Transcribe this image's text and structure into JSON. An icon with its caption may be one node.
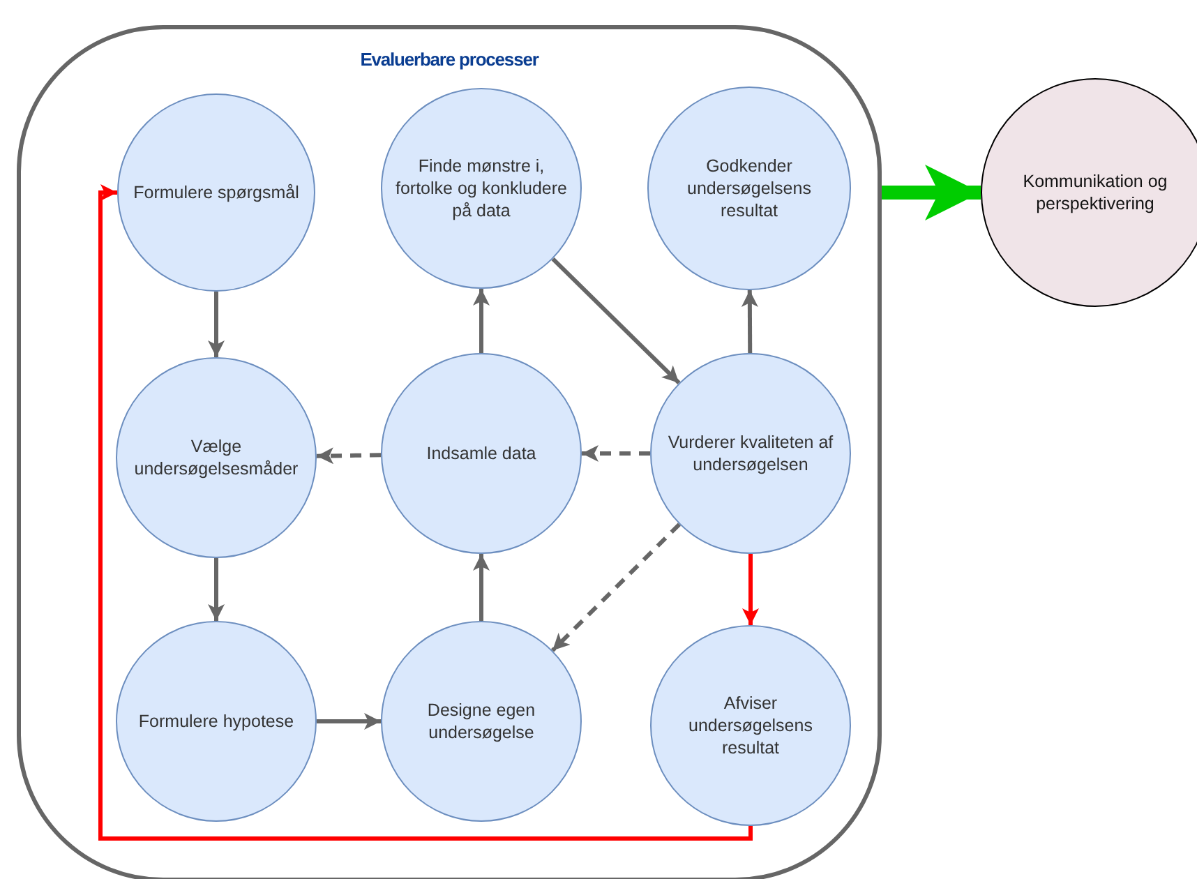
{
  "diagram": {
    "nodes": [
      {
        "text": [
          "Evaluerbare processer"
        ]
      },
      {
        "text": [
          "Formulere spørgsmål"
        ],
        "in": 0
      },
      {
        "text": [
          "Finde mønstre i, fortolke og konkludere på data"
        ],
        "in": 0
      },
      {
        "text": [
          "Godkender undersøgelsens resultat"
        ],
        "in": 0
      },
      {
        "text": [
          "Kommunikation og perspektivering"
        ]
      },
      {
        "text": [
          "Vælge undersøgelsesmåder"
        ],
        "in": 0
      },
      {
        "text": [
          "Indsamle data"
        ],
        "in": 0
      },
      {
        "text": [
          "Vurderer kvaliteten af undersøgelsen"
        ],
        "in": 0
      },
      {
        "text": [
          "Formulere hypotese"
        ],
        "in": 0
      },
      {
        "text": [
          "Designe egen undersøgelse"
        ],
        "in": 0
      },
      {
        "text": [
          "Afviser undersøgelsens resultat"
        ],
        "in": 0
      }
    ],
    "edges": [
      {
        "from": 1,
        "to": 5,
        "arrow": "to"
      },
      {
        "from": 5,
        "to": 8,
        "arrow": "to"
      },
      {
        "from": 8,
        "to": 9,
        "arrow": "to"
      },
      {
        "from": 9,
        "to": 6,
        "arrow": "to"
      },
      {
        "from": 6,
        "to": 2,
        "arrow": "to"
      },
      {
        "from": 2,
        "to": 7,
        "arrow": "to"
      },
      {
        "from": 7,
        "to": 3,
        "arrow": "to"
      },
      {
        "from": 7,
        "to": 6,
        "arrow": "to",
        "style": "dashed"
      },
      {
        "from": 6,
        "to": 5,
        "arrow": "to",
        "style": "dashed"
      },
      {
        "from": 7,
        "to": 9,
        "arrow": "to",
        "style": "dashed"
      },
      {
        "from": 7,
        "to": 10,
        "arrow": "to",
        "color": "#ff0000"
      },
      {
        "from": 10,
        "to": 1,
        "arrow": "to",
        "color": "#ff0000"
      },
      {
        "from": 0,
        "to": 4,
        "arrow": "to",
        "style": "thick",
        "color": "#00cc00"
      }
    ]
  }
}
